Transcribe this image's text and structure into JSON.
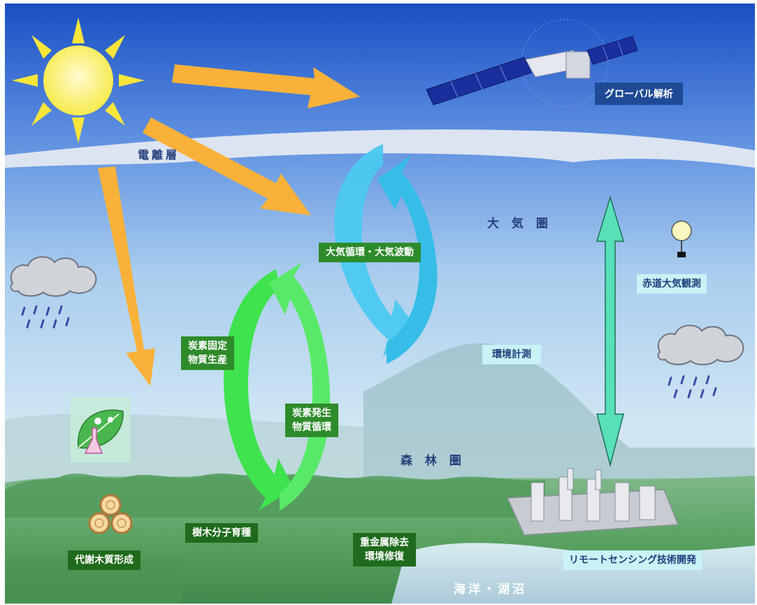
{
  "labels": {
    "global_analysis": "グローバル解析",
    "ionosphere": "電離層",
    "atmosphere": "大 気 圏",
    "atmospheric_circulation": "大気循環・大気波動",
    "equatorial_observation": "赤道大気観測",
    "environmental_measurement": "環境計測",
    "carbon_fixation_line1": "炭素固定",
    "carbon_fixation_line2": "物質生産",
    "carbon_emission_line1": "炭素発生",
    "carbon_emission_line2": "物質循環",
    "forest_sphere": "森 林 圏",
    "tree_breeding": "樹木分子育種",
    "wood_formation": "代謝木質形成",
    "heavy_metal_line1": "重金属除去",
    "heavy_metal_line2": "環境修復",
    "remote_sensing": "リモートセンシング技術開発",
    "ocean_lake": "海洋・湖沼"
  },
  "icons": [
    "sun-icon",
    "satellite-icon",
    "cloud-rain-icon",
    "balloon-icon",
    "leaf-flask-icon",
    "log-pile-icon",
    "factory-icon"
  ],
  "colors": {
    "sky_top": "#1a4fc4",
    "sky_mid": "#9cc6ec",
    "sun": "#fbf15c",
    "sun_ray": "#f8e53a",
    "arrow_orange": "#f9b13a",
    "cycle_cyan": "#4cc9f0",
    "cycle_green": "#3ee34e",
    "vertical_arrow": "#58e0b8",
    "ionosphere_band": "#d9e2f2",
    "box_green": "#2e8b2a",
    "box_navy": "#1f4a96",
    "box_cyan": "#c8f2f6"
  }
}
